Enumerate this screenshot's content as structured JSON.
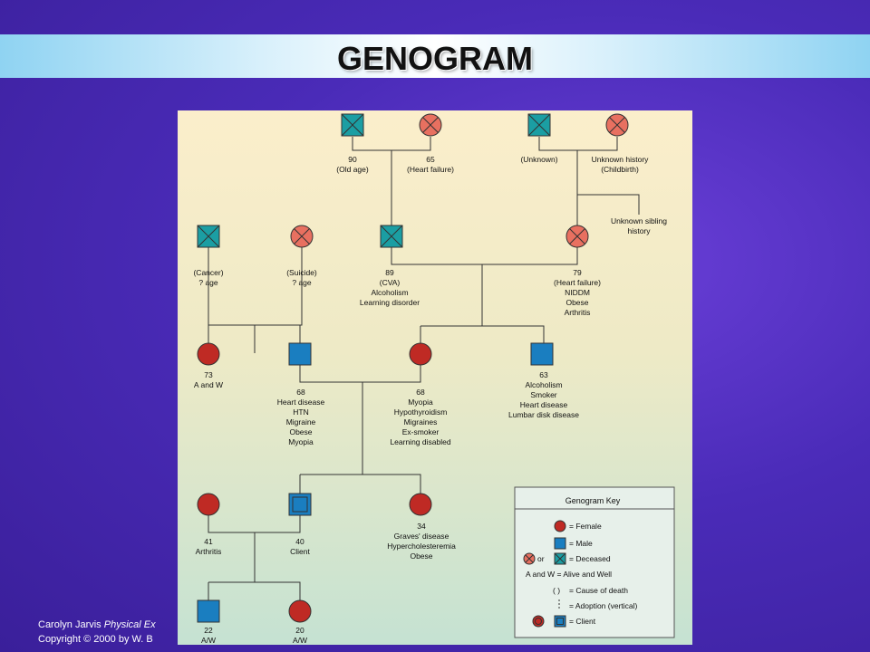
{
  "slide": {
    "title": "GENOGRAM",
    "footer_line1_author": "Carolyn Jarvis",
    "footer_line1_rest": " Physical Ex",
    "footer_line2": "Copyright © 2000 by W. B"
  },
  "colors": {
    "female": "#bf2a24",
    "male": "#1a7ec0",
    "deceased_male": "#1b9ea3",
    "deceased_female": "#e87060",
    "line": "#333333"
  },
  "icons": [
    "deceased-male-icon",
    "deceased-female-icon",
    "female-icon",
    "male-icon",
    "client-icon"
  ],
  "genogram": {
    "gen1": [
      {
        "lines": [
          "90",
          "(Old age)"
        ]
      },
      {
        "lines": [
          "65",
          "(Heart failure)"
        ]
      },
      {
        "lines": [
          "(Unknown)"
        ]
      },
      {
        "lines": [
          "Unknown history",
          "(Childbirth)"
        ]
      }
    ],
    "sibling_note": [
      "Unknown sibling",
      "history"
    ],
    "gen2": [
      {
        "lines": [
          "(Cancer)",
          "? age"
        ]
      },
      {
        "lines": [
          "(Suicide)",
          "? age"
        ]
      },
      {
        "lines": [
          "89",
          "(CVA)",
          "Alcoholism",
          "Learning disorder"
        ]
      },
      {
        "lines": [
          "79",
          "(Heart failure)",
          "NIDDM",
          "Obese",
          "Arthritis"
        ]
      }
    ],
    "gen3": [
      {
        "lines": [
          "73",
          "A and W"
        ]
      },
      {
        "lines": [
          "68",
          "Heart disease",
          "HTN",
          "Migraine",
          "Obese",
          "Myopia"
        ]
      },
      {
        "lines": [
          "68",
          "Myopia",
          "Hypothyroidism",
          "Migraines",
          "Ex-smoker",
          "Learning disabled"
        ]
      },
      {
        "lines": [
          "63",
          "Alcoholism",
          "Smoker",
          "Heart disease",
          "Lumbar disk disease"
        ]
      }
    ],
    "gen4": [
      {
        "lines": [
          "41",
          "Arthritis"
        ]
      },
      {
        "lines": [
          "40",
          "Client"
        ]
      },
      {
        "lines": [
          "34",
          "Graves' disease",
          "Hypercholesteremia",
          "Obese"
        ]
      }
    ],
    "gen5": [
      {
        "lines": [
          "22",
          "A/W"
        ]
      },
      {
        "lines": [
          "20",
          "A/W"
        ]
      }
    ]
  },
  "key": {
    "title": "Genogram Key",
    "female": "= Female",
    "male": "= Male",
    "or": "or",
    "deceased": "= Deceased",
    "alive_well": "A and W = Alive and Well",
    "cause_paren": "( )",
    "cause": "= Cause of death",
    "adoption": "= Adoption (vertical)",
    "client": "= Client"
  }
}
